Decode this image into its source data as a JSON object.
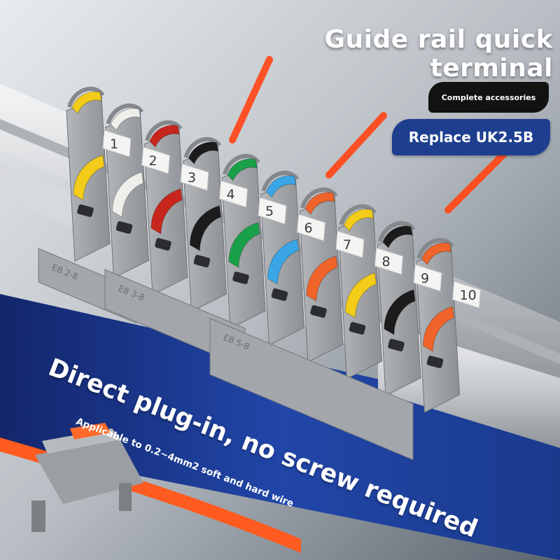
{
  "headline": "Guide rail quick terminal",
  "badges": {
    "accessories": "Complete accessories",
    "replace": "Replace UK2.5B"
  },
  "slogan": "Direct plug-in, no screw required",
  "subline": "Applicable to 0.2~4mm2 soft and hard wire",
  "terminal_numbers": [
    "1",
    "2",
    "3",
    "4",
    "5",
    "6",
    "7",
    "8",
    "9",
    "10"
  ],
  "lever_colors": [
    "#f2cc18",
    "#eeeeea",
    "#c8261c",
    "#1c1c1c",
    "#19a14a",
    "#3aa6e6",
    "#f0642a",
    "#f2cc18",
    "#1c1c1c",
    "#f0642a"
  ],
  "jumper_stamps": [
    "EB 2-8",
    "EB 3-8",
    "EB 5-8"
  ],
  "colors": {
    "banner_blue": "#1e3f8f",
    "wire_red": "#ff4a1c",
    "housing_gray": "#9fa2a6"
  }
}
